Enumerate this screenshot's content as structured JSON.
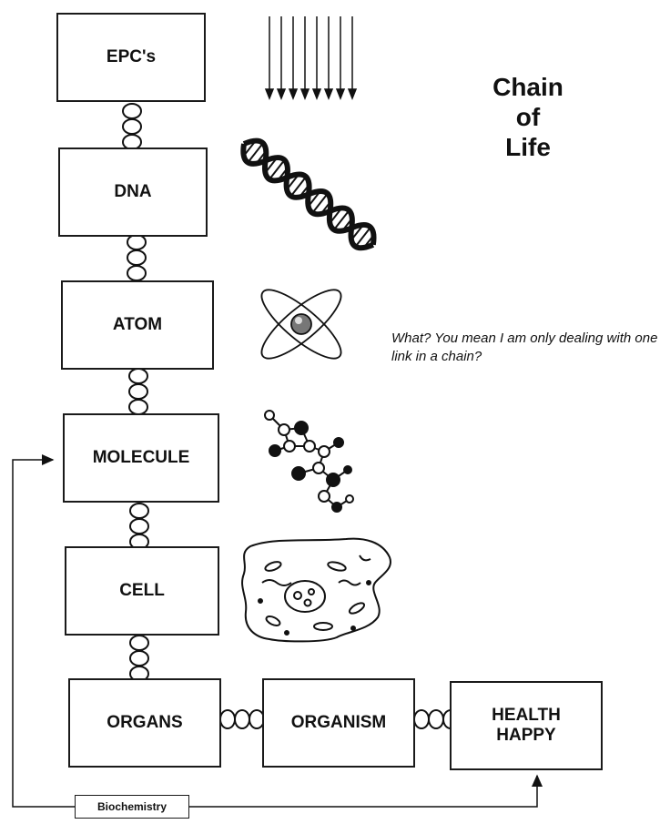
{
  "title": "Chain\nof\nLife",
  "boxes": {
    "epc": "EPC's",
    "dna": "DNA",
    "atom": "ATOM",
    "molecule": "MOLECULE",
    "cell": "CELL",
    "organs": "ORGANS",
    "organism": "ORGANISM",
    "health": "HEALTH\nHAPPY"
  },
  "note": "What? You mean I am only dealing with one link in a chain?",
  "feedback_label": "Biochemistry",
  "icons": [
    "energy-arrows-icon",
    "dna-helix-icon",
    "atom-icon",
    "molecule-icon",
    "cell-icon"
  ]
}
